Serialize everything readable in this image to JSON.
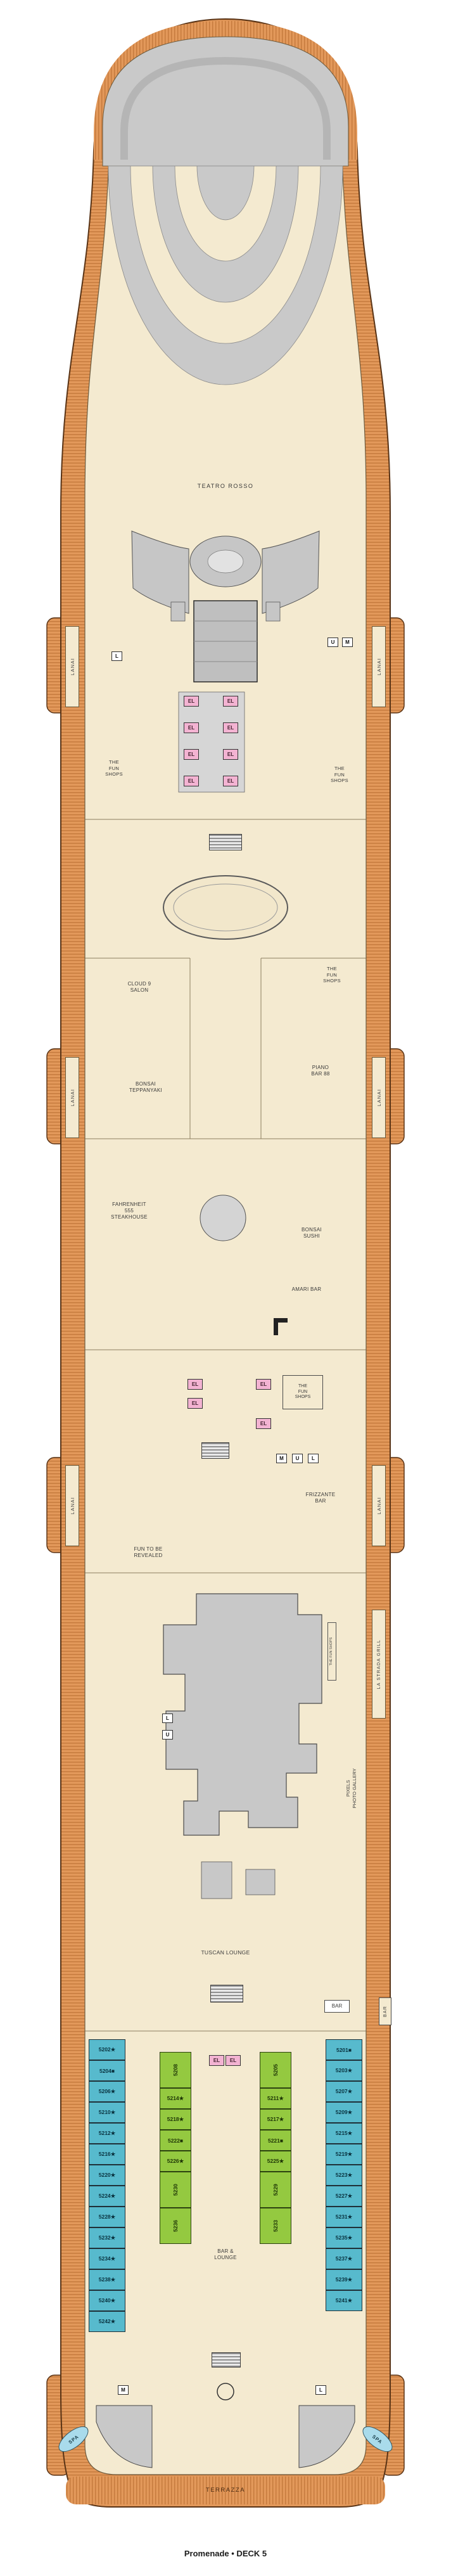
{
  "caption": "Promenade • DECK 5",
  "colors": {
    "deck": "#E2985A",
    "deck_stripe": "#C4793C",
    "interior": "#F4EAD0",
    "structure_gray": "#C9C9C9",
    "elevator_pink": "#F3B3D2",
    "cabin_teal": "#57BACD",
    "cabin_green": "#94C940",
    "spa_blue": "#A9DBEB"
  },
  "labels": {
    "teatro": "TEATRO ROSSO",
    "lanai": "LANAI",
    "el": "EL",
    "fun_shops": "THE\nFUN\nSHOPS",
    "fun_shops_inline": "THE FUN SHOPS",
    "cloud9": "CLOUD 9\nSALON",
    "piano_bar": "PIANO\nBAR 88",
    "bonsai_teppanyaki": "BONSAI\nTEPPANYAKI",
    "fahrenheit": "FAHRENHEIT\n555\nSTEAKHOUSE",
    "bonsai_sushi": "BONSAI\nSUSHI",
    "amari": "AMARI BAR",
    "frizzante": "FRIZZANTE\nBAR",
    "fun_revealed": "FUN TO BE\nREVEALED",
    "la_strada": "LA STRADA GRILL",
    "pixels": "PIXELS\nPHOTO GALLERY",
    "tuscan": "TUSCAN LOUNGE",
    "bar": "BAR",
    "bar_lounge": "BAR &\nLOUNGE",
    "terrazza": "TERRAZZA",
    "spa": "SPA",
    "letter_l": "L",
    "letter_u": "U",
    "letter_m": "M"
  },
  "cabins": {
    "port_outer": [
      "5202★",
      "5204■",
      "5206★",
      "5210★",
      "5212★",
      "5216★",
      "5220★",
      "5224★",
      "5228★",
      "5232★",
      "5234★",
      "5238★",
      "5240★",
      "5242★"
    ],
    "port_inner": [
      "5208",
      "5214★",
      "5218★",
      "5222■",
      "5226★",
      "5230",
      "5236"
    ],
    "starboard_inner": [
      "5205",
      "5211★",
      "5217★",
      "5221■",
      "5225★",
      "5229",
      "5233"
    ],
    "starboard_outer": [
      "5201■",
      "5203★",
      "5207★",
      "5209★",
      "5215★",
      "5219★",
      "5223★",
      "5227★",
      "5231★",
      "5235★",
      "5237★",
      "5239★",
      "5241★"
    ]
  }
}
